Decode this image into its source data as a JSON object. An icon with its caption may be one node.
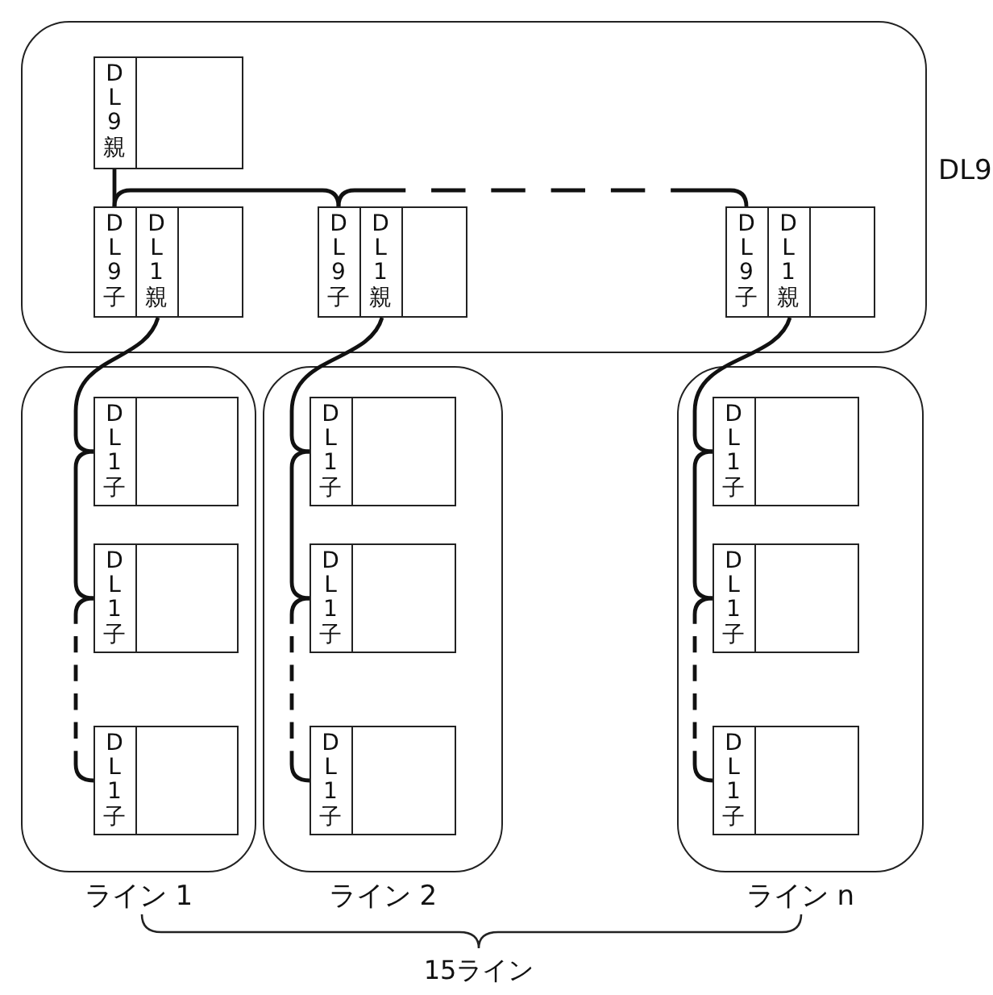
{
  "diagram": {
    "nodes": [
      {
        "text": [
          "DL9"
        ]
      },
      {
        "text": [
          "DL9親"
        ],
        "in": 0
      },
      {
        "text": [
          "DL9子",
          "DL1親"
        ],
        "in": 0
      },
      {
        "text": [
          "DL9子",
          "DL1親"
        ],
        "in": 0
      },
      {
        "text": [
          "DL9子",
          "DL1親"
        ],
        "in": 0
      },
      {
        "text": [
          "ライン 1"
        ]
      },
      {
        "text": [
          "DL1子"
        ],
        "in": 5
      },
      {
        "text": [
          "DL1子"
        ],
        "in": 5
      },
      {
        "text": [
          "DL1子"
        ],
        "in": 5
      },
      {
        "text": [
          "ライン 2"
        ]
      },
      {
        "text": [
          "DL1子"
        ],
        "in": 9
      },
      {
        "text": [
          "DL1子"
        ],
        "in": 9
      },
      {
        "text": [
          "DL1子"
        ],
        "in": 9
      },
      {
        "text": [
          "ライン n"
        ]
      },
      {
        "text": [
          "DL1子"
        ],
        "in": 13
      },
      {
        "text": [
          "DL1子"
        ],
        "in": 13
      },
      {
        "text": [
          "DL1子"
        ],
        "in": 13
      }
    ],
    "edges": [
      {
        "from": 1,
        "to": 2,
        "arrow": "none"
      },
      {
        "from": 2,
        "to": 3,
        "arrow": "none"
      },
      {
        "from": 3,
        "to": 4,
        "arrow": "none",
        "style": "dashed"
      },
      {
        "from": 2,
        "to": 6,
        "arrow": "none"
      },
      {
        "from": 6,
        "to": 7,
        "arrow": "none"
      },
      {
        "from": 7,
        "to": 8,
        "arrow": "none",
        "style": "dashed"
      },
      {
        "from": 3,
        "to": 10,
        "arrow": "none"
      },
      {
        "from": 10,
        "to": 11,
        "arrow": "none"
      },
      {
        "from": 11,
        "to": 12,
        "arrow": "none",
        "style": "dashed"
      },
      {
        "from": 4,
        "to": 14,
        "arrow": "none"
      },
      {
        "from": 14,
        "to": 15,
        "arrow": "none"
      },
      {
        "from": 15,
        "to": 16,
        "arrow": "none",
        "style": "dashed"
      }
    ],
    "labels": [
      "15ライン"
    ]
  }
}
